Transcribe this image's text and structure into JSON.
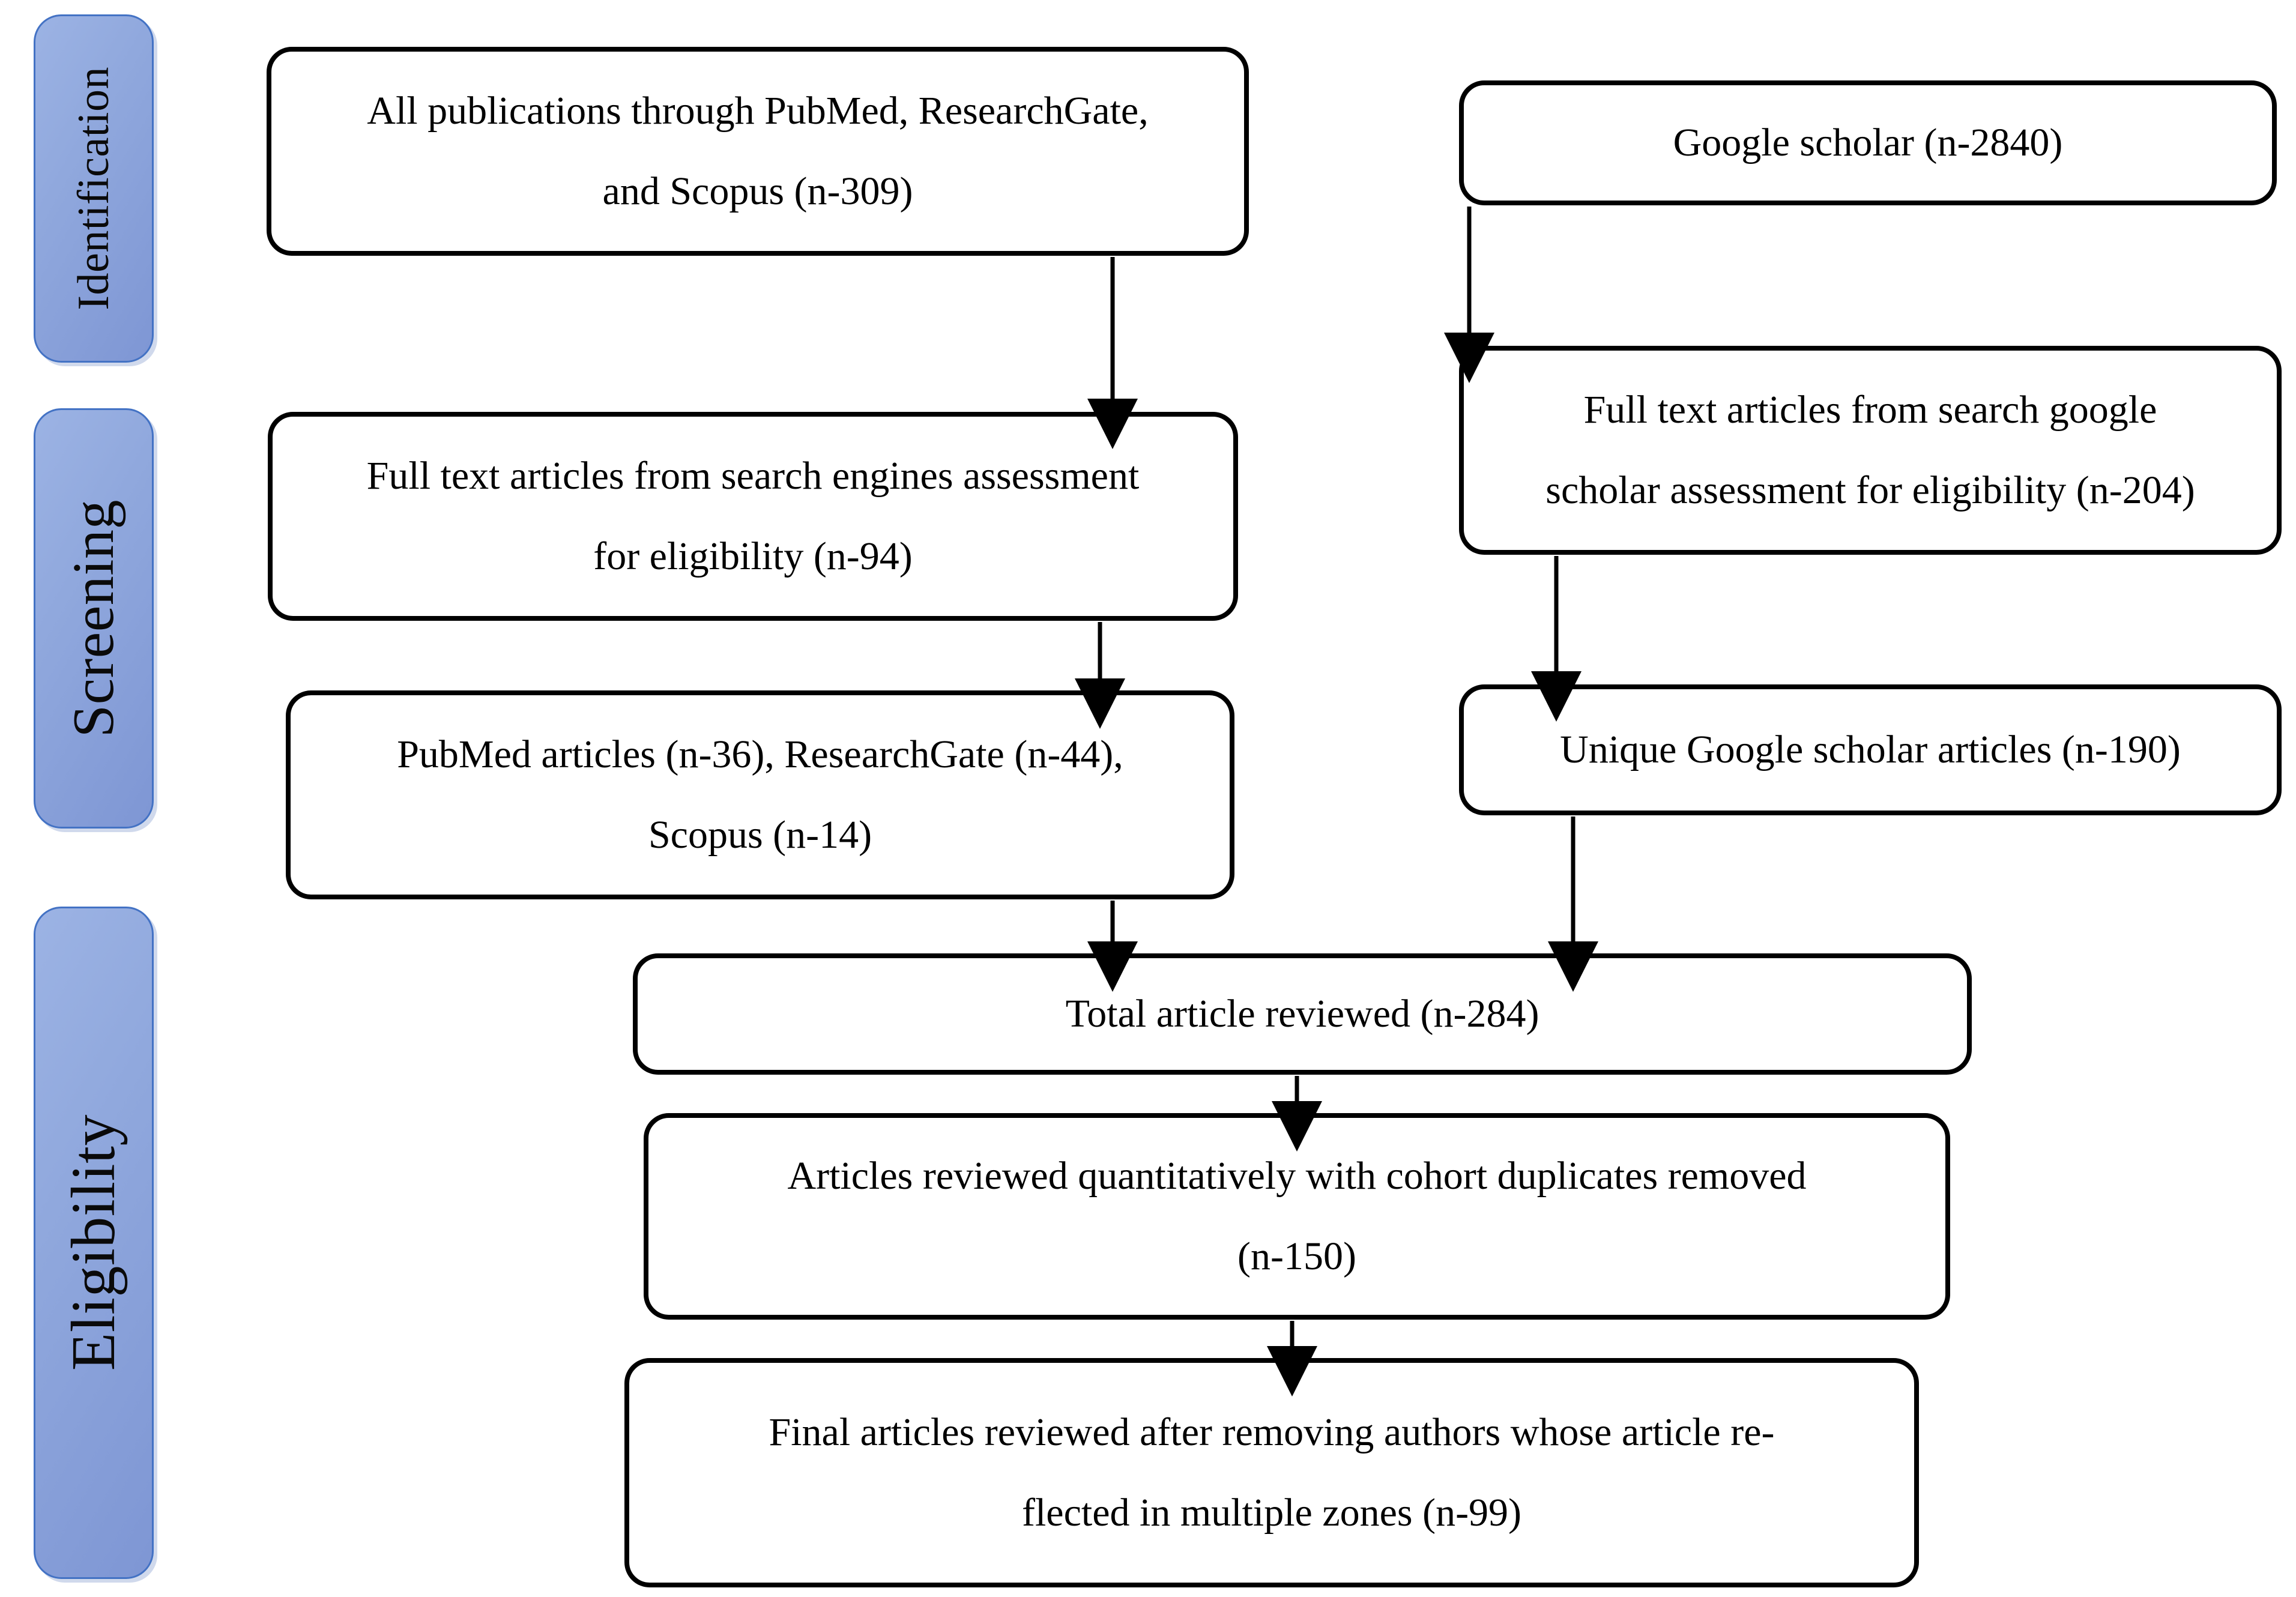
{
  "diagram": {
    "type": "prisma-flow-diagram",
    "phases": [
      {
        "id": "identification",
        "label": "Identification"
      },
      {
        "id": "screening",
        "label": "Screening"
      },
      {
        "id": "eligibility",
        "label": "Eligibility"
      }
    ],
    "nodes": [
      {
        "id": "sources-engines",
        "lines": [
          "All publications through PubMed, ResearchGate,",
          "and Scopus (n-309)"
        ]
      },
      {
        "id": "sources-scholar",
        "lines": [
          "Google scholar (n-2840)"
        ]
      },
      {
        "id": "fulltext-engines",
        "lines": [
          "Full text articles from search engines assessment",
          "for eligibility (n-94)"
        ]
      },
      {
        "id": "fulltext-scholar",
        "lines": [
          "Full text articles from search google",
          "scholar assessment for eligibility (n-204)"
        ]
      },
      {
        "id": "per-database-counts",
        "lines": [
          "PubMed articles (n-36), ResearchGate (n-44),",
          "Scopus (n-14)"
        ]
      },
      {
        "id": "unique-scholar",
        "lines": [
          "Unique Google scholar articles (n-190)"
        ]
      },
      {
        "id": "total-reviewed",
        "lines": [
          "Total article reviewed (n-284)"
        ]
      },
      {
        "id": "quantitative-review",
        "lines": [
          "Articles reviewed quantitatively with cohort duplicates removed",
          "(n-150)"
        ]
      },
      {
        "id": "final-articles",
        "lines": [
          "Final articles reviewed after removing authors whose article re-",
          "flected in multiple zones (n-99)"
        ]
      }
    ],
    "counts": {
      "pubmed_researchgate_scopus_total": 309,
      "google_scholar_total": 2840,
      "search_engines_fulltext": 94,
      "google_scholar_fulltext": 204,
      "pubmed_articles": 36,
      "researchgate_articles": 44,
      "scopus_articles": 14,
      "unique_google_scholar_articles": 190,
      "total_articles_reviewed": 284,
      "quantitatively_reviewed": 150,
      "final_articles": 99
    },
    "edges": [
      {
        "from": "sources-engines",
        "to": "fulltext-engines"
      },
      {
        "from": "sources-scholar",
        "to": "fulltext-scholar"
      },
      {
        "from": "fulltext-engines",
        "to": "per-database-counts"
      },
      {
        "from": "fulltext-scholar",
        "to": "unique-scholar"
      },
      {
        "from": "per-database-counts",
        "to": "total-reviewed"
      },
      {
        "from": "unique-scholar",
        "to": "total-reviewed"
      },
      {
        "from": "total-reviewed",
        "to": "quantitative-review"
      },
      {
        "from": "quantitative-review",
        "to": "final-articles"
      }
    ],
    "colors": {
      "phase_fill_light": "#9CB3E4",
      "phase_fill_dark": "#7E96D4",
      "phase_border": "#4372C4",
      "node_border": "#000000",
      "node_fill": "#FFFFFF",
      "connector": "#000000",
      "text": "#000000",
      "background": "#FFFFFF"
    }
  }
}
